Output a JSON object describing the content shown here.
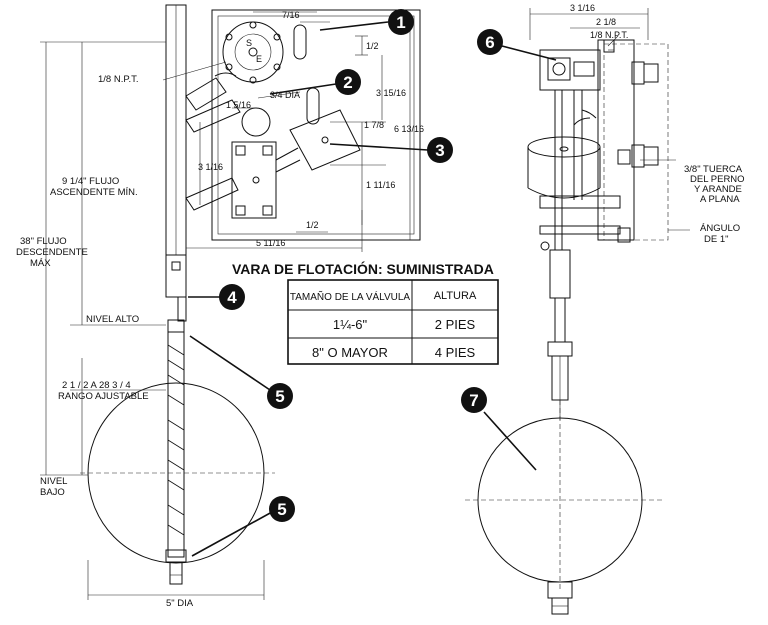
{
  "title": "VARA DE FLOTACIÓN: SUMINISTRADA",
  "table": {
    "headers": [
      "TAMAÑO DE LA VÁLVULA",
      "ALTURA"
    ],
    "rows": [
      {
        "size": "1¼-6\"",
        "height": "2 PIES"
      },
      {
        "size": "8\" O MAYOR",
        "height": "4 PIES"
      }
    ]
  },
  "callouts": {
    "c1": "1",
    "c2": "2",
    "c3": "3",
    "c4": "4",
    "c5a": "5",
    "c5b": "5",
    "c6": "6",
    "c7": "7"
  },
  "dims_left": {
    "d7_16_top": "7/16",
    "d1_2_top": "1/2",
    "npt": "1/8 N.P.T.",
    "dia_3_4": "3/4 DIA",
    "d3_15_16": "3 15/16",
    "d1_5_16": "1 5/16",
    "d1_7_8": "1 7/8",
    "d6_13_16": "6 13/16",
    "d3_1_16": "3 1/16",
    "d1_11_16": "1 11/16",
    "d1_2_bottom": "1/2",
    "d5_11_16": "5 11/16",
    "flujo_asc_1": "9 1/4\" FLUJO",
    "flujo_asc_2": "ASCENDENTE MÍN.",
    "flujo_desc_1": "38\" FLUJO",
    "flujo_desc_2": "DESCENDENTE",
    "flujo_desc_3": "MÁX",
    "nivel_alto": "NIVEL ALTO",
    "rango_1": "2 1 / 2 A 28 3 / 4",
    "rango_2": "RANGO AJUSTABLE",
    "nivel_bajo_1": "NIVEL",
    "nivel_bajo_2": "BAJO",
    "dia_5": "5\" DIA"
  },
  "dims_right": {
    "d3_1_16": "3 1/16",
    "d2_1_8": "2 1/8",
    "npt": "1/8 N.P.T.",
    "tuerca_1": "3/8\" TUERCA",
    "tuerca_2": "DEL PERNO",
    "tuerca_3": "Y ARANDE",
    "tuerca_4": "A PLANA",
    "angulo_1": "ÁNGULO",
    "angulo_2": "DE 1\""
  }
}
